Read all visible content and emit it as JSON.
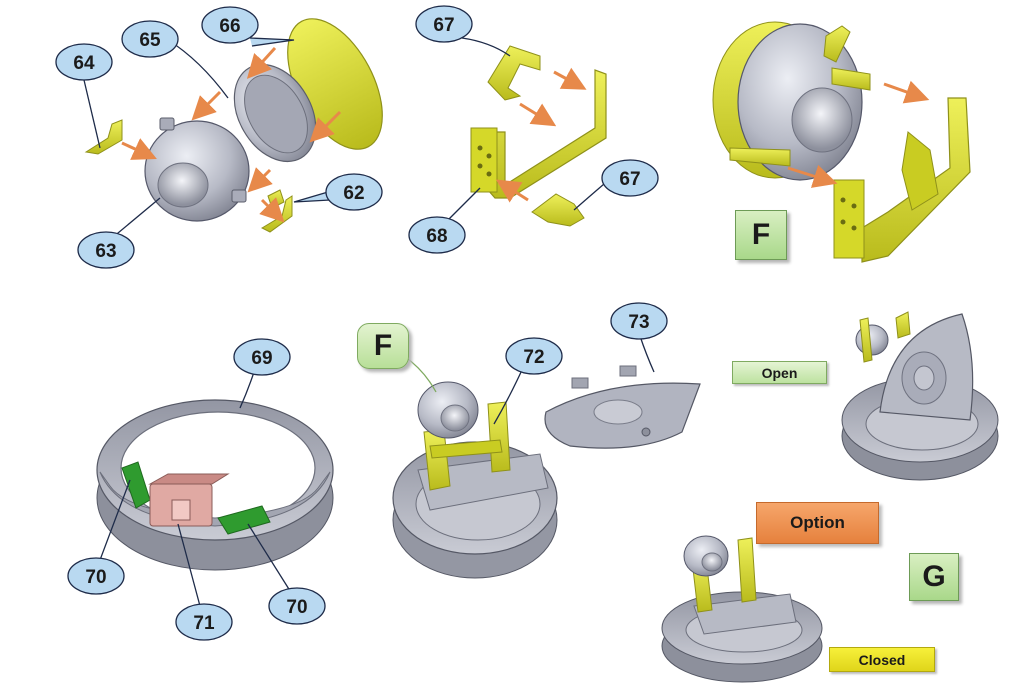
{
  "colors": {
    "part_yellow": "#d9dc2e",
    "part_grey": "#b4b7c3",
    "part_green": "#2f9b2f",
    "part_pink": "#e0a9a3",
    "arrow_orange": "#e7894a",
    "callout_fill": "#b9d9f1",
    "callout_border": "#1e2b49",
    "label_green": "#b4dd96",
    "label_orange": "#ec8b48",
    "label_yellow": "#ebe22a"
  },
  "callouts": {
    "c62": "62",
    "c63": "63",
    "c64": "64",
    "c65": "65",
    "c66": "66",
    "c67a": "67",
    "c67b": "67",
    "c68": "68",
    "c69": "69",
    "c70a": "70",
    "c70b": "70",
    "c71": "71",
    "c72": "72",
    "c73": "73"
  },
  "labels": {
    "f_top": "F",
    "f_bottom": "F",
    "g": "G",
    "open": "Open",
    "option": "Option",
    "closed": "Closed"
  }
}
